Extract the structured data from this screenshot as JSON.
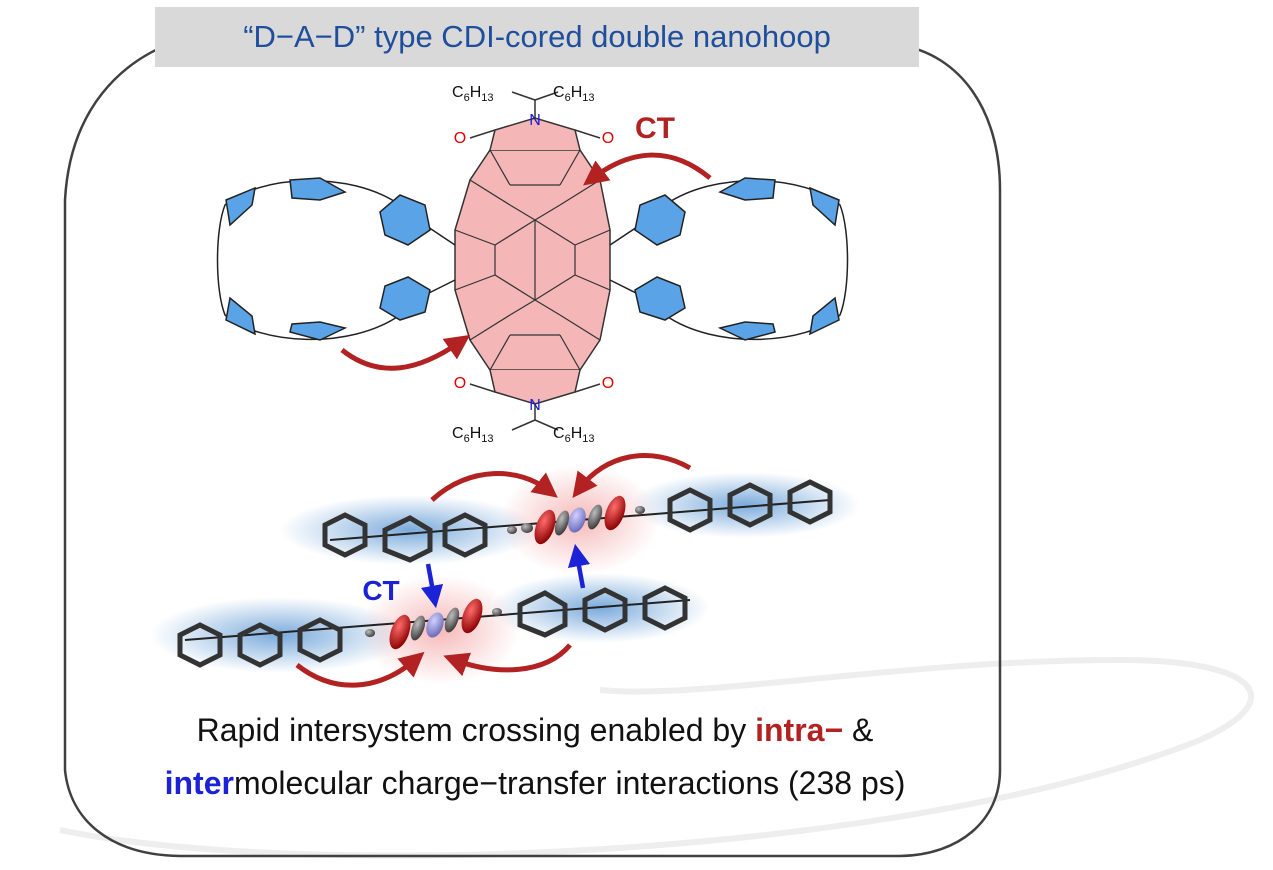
{
  "title": "“D−A−D” type CDI-cored double nanohoop",
  "molecule": {
    "substituent_text": "C",
    "substituent_sub1": "6",
    "substituent_h": "H",
    "substituent_sub2": "13",
    "oxygen_label": "O",
    "nitrogen_label": "N"
  },
  "ct_label_top": "CT",
  "ct_label_bottom": "CT",
  "caption": {
    "line1_before": "Rapid intersystem crossing enabled by ",
    "line1_intra": "intra−",
    "line1_after": " &",
    "line2_inter": "inter",
    "line2_after": "molecular charge−transfer interactions (238 ps)"
  },
  "colors": {
    "title_bg": "#d9d9d9",
    "title_text": "#1f4e9c",
    "intra_red": "#b22222",
    "inter_blue": "#1c22d6",
    "core_fill": "#f4b6b6",
    "ring_fill": "#5aa3e6",
    "oxygen": "#e00000",
    "nitrogen": "#1a1ad6"
  }
}
